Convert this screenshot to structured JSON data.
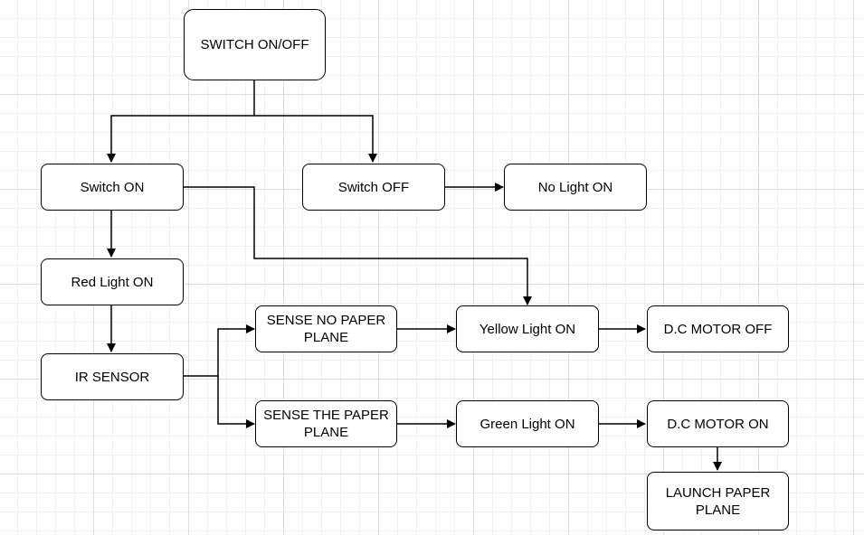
{
  "diagram": {
    "nodes": {
      "switch_onoff": "SWITCH ON/OFF",
      "switch_on": "Switch ON",
      "switch_off": "Switch OFF",
      "no_light": "No Light ON",
      "red_light": "Red Light ON",
      "ir_sensor": "IR SENSOR",
      "sense_no_paper": "SENSE NO PAPER\nPLANE",
      "sense_paper": "SENSE THE PAPER\nPLANE",
      "yellow_light": "Yellow Light ON",
      "green_light": "Green Light ON",
      "motor_off": "D.C MOTOR OFF",
      "motor_on": "D.C MOTOR ON",
      "launch": "LAUNCH PAPER\nPLANE"
    },
    "edges": [
      [
        "switch_onoff",
        "switch_on"
      ],
      [
        "switch_onoff",
        "switch_off"
      ],
      [
        "switch_off",
        "no_light"
      ],
      [
        "switch_on",
        "red_light"
      ],
      [
        "switch_on",
        "yellow_light"
      ],
      [
        "red_light",
        "ir_sensor"
      ],
      [
        "ir_sensor",
        "sense_no_paper"
      ],
      [
        "ir_sensor",
        "sense_paper"
      ],
      [
        "sense_no_paper",
        "yellow_light"
      ],
      [
        "sense_paper",
        "green_light"
      ],
      [
        "yellow_light",
        "motor_off"
      ],
      [
        "green_light",
        "motor_on"
      ],
      [
        "motor_on",
        "launch"
      ]
    ]
  }
}
